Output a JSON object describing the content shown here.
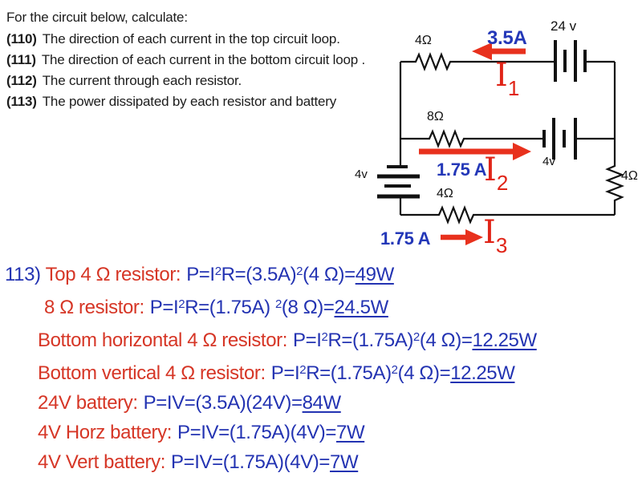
{
  "problem": {
    "title": "For the circuit below, calculate:",
    "items": [
      {
        "num": "(110)",
        "text": "The direction of each current in the top circuit loop."
      },
      {
        "num": "(111)",
        "text": "The direction of each current in the bottom circuit loop ."
      },
      {
        "num": "(112)",
        "text": "The current through each resistor."
      },
      {
        "num": "(113)",
        "text": "The power dissipated by each resistor and battery"
      }
    ]
  },
  "circuit": {
    "labels": {
      "r_top": "4Ω",
      "v_top": "24 v",
      "r_mid": "8Ω",
      "v_mid": "4v",
      "v_left": "4v",
      "r_bottom": "4Ω",
      "r_right": "4Ω"
    },
    "currents": [
      {
        "value": "3.5A",
        "symbol": "I",
        "sub": "1",
        "direction": "left"
      },
      {
        "value": "1.75 A",
        "symbol": "I",
        "sub": "2",
        "direction": "right"
      },
      {
        "value": "1.75 A",
        "symbol": "I",
        "sub": "3",
        "direction": "right"
      }
    ]
  },
  "solutions": {
    "prefix": "113)",
    "lines": [
      {
        "label": "Top 4 Ω resistor:",
        "eq_a": "P=I",
        "sup_a": "2",
        "eq_b": "R=(3.5A)",
        "sup_b": "2",
        "eq_c": "(4 Ω)=",
        "result": "49W"
      },
      {
        "label": "8 Ω resistor:",
        "eq_a": "P=I",
        "sup_a": "2",
        "eq_b": "R=(1.75A) ",
        "sup_b": "2",
        "eq_c": "(8 Ω)=",
        "result": "24.5W"
      },
      {
        "label": "Bottom horizontal 4 Ω resistor:",
        "eq_a": "P=I",
        "sup_a": "2",
        "eq_b": "R=(1.75A)",
        "sup_b": "2",
        "eq_c": "(4 Ω)=",
        "result": "12.25W"
      },
      {
        "label": "Bottom vertical 4 Ω resistor:",
        "eq_a": "P=I",
        "sup_a": "2",
        "eq_b": "R=(1.75A)",
        "sup_b": "2",
        "eq_c": "(4 Ω)=",
        "result": "12.25W"
      },
      {
        "label": "24V battery:",
        "eq_a": "P=IV=(3.5A)(24V)=",
        "result": "84W"
      },
      {
        "label": "4V Horz battery:",
        "eq_a": "P=IV=(1.75A)(4V)=",
        "result": "7W"
      },
      {
        "label": "4V Vert battery:",
        "eq_a": "P=IV=(1.75A)(4V)=",
        "result": "7W"
      }
    ]
  },
  "colors": {
    "solution_red": "#d63626",
    "solution_blue": "#2333b2",
    "arrow_red": "#e8311d",
    "current_red": "#e02417",
    "wire_black": "#111111"
  }
}
